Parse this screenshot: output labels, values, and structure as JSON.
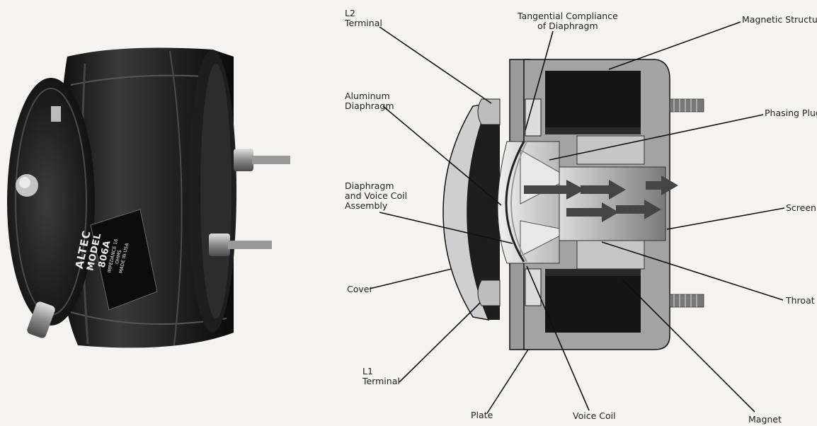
{
  "product": {
    "brand": "ALTEC",
    "model": "MODEL 806A",
    "impedance": "IMPEDANCE 16 OHMS",
    "origin": "MADE IN USA"
  },
  "labels": {
    "l2_terminal": [
      "L2",
      "Terminal"
    ],
    "tangential_compliance": [
      "Tangential Compliance",
      "of Diaphragm"
    ],
    "magnetic_structure": [
      "Magnetic Structure"
    ],
    "aluminum_diaphragm": [
      "Aluminum",
      "Diaphragm"
    ],
    "phasing_plug": [
      "Phasing Plug"
    ],
    "diaphragm_voice_coil": [
      "Diaphragm",
      "and Voice Coil",
      "Assembly"
    ],
    "screen": [
      "Screen"
    ],
    "cover": [
      "Cover"
    ],
    "throat": [
      "Throat"
    ],
    "l1_terminal": [
      "L1",
      "Terminal"
    ],
    "plate": [
      "Plate"
    ],
    "voice_coil": [
      "Voice Coil"
    ],
    "magnet": [
      "Magnet"
    ]
  },
  "colors": {
    "background": "#f4f3ef",
    "body_dark": "#1c1c1c",
    "section_gray": "#a8a8a8",
    "section_light": "#d4d4d4",
    "magnet_dark": "#161616",
    "leader_line": "#111111"
  }
}
